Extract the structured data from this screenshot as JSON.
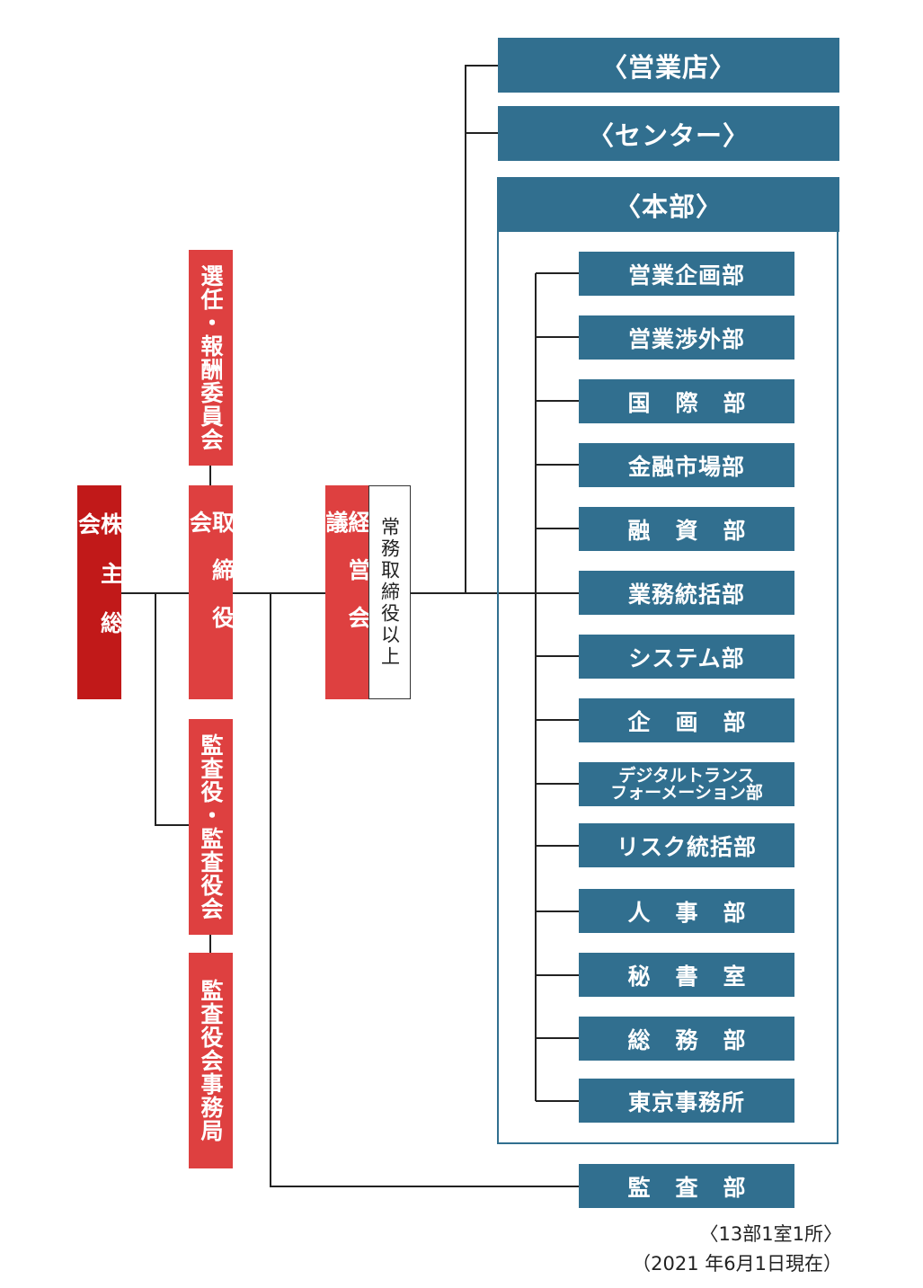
{
  "governance": {
    "shareholders_meeting": "株主総会",
    "board_of_directors": "取締役会",
    "nomination_compensation_committee": "選任・報酬委員会",
    "audit_board": "監査役・監査役会",
    "audit_board_office": "監査役会事務局",
    "management_meeting": "経営会議",
    "management_meeting_members": "常務取締役以上"
  },
  "groups": {
    "branches": "〈営業店〉",
    "centers": "〈センター〉",
    "headquarters": "〈本部〉"
  },
  "headquarters_departments": [
    "営業企画部",
    "営業渉外部",
    "国際部",
    "金融市場部",
    "融資部",
    "業務統括部",
    "システム部",
    "企画部",
    "デジタルトランスフォーメーション部",
    "リスク統括部",
    "人事部",
    "秘書室",
    "総務部",
    "東京事務所"
  ],
  "dx_department_lines": [
    "デジタルトランス",
    "フォーメーション部"
  ],
  "audit_department": "監査部",
  "notes": {
    "count": "〈13部1室1所〉",
    "as_of": "（2021 年6月1日現在）"
  },
  "colors": {
    "governance_red": "#de4040",
    "shareholders_red": "#c11919",
    "department_blue": "#316f8f",
    "line": "#222222"
  }
}
